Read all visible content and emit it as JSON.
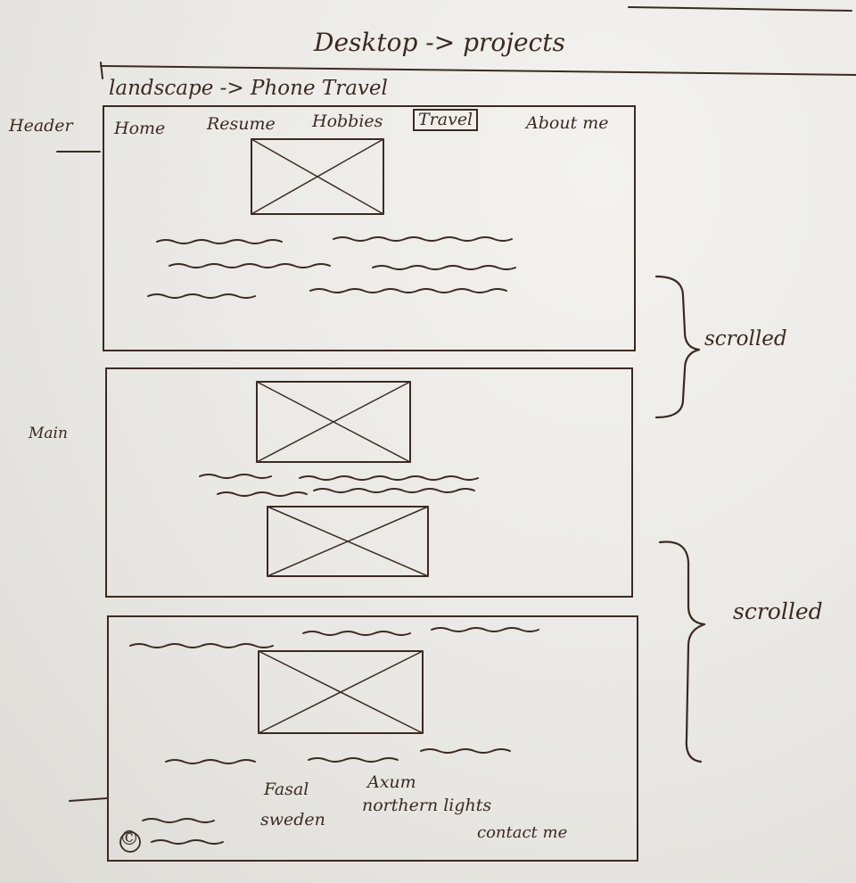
{
  "title": "Desktop -> projects",
  "subtitle": "landscape -> Phone Travel",
  "side_labels": {
    "header": "Header",
    "main": "Main"
  },
  "nav": {
    "items": [
      "Home",
      "Resume",
      "Hobbies",
      "Travel",
      "About me"
    ],
    "active": "Travel"
  },
  "annotations": {
    "scrolled_1": "scrolled",
    "scrolled_2": "scrolled"
  },
  "footer": {
    "links_row1": [
      "Fasal",
      "Axum"
    ],
    "links_row2": [
      "sweden",
      "northern lights"
    ],
    "contact": "contact me",
    "copyright_symbol": "©"
  },
  "colors": {
    "ink": "#3b2a22",
    "paper": "#e8e7e3"
  }
}
